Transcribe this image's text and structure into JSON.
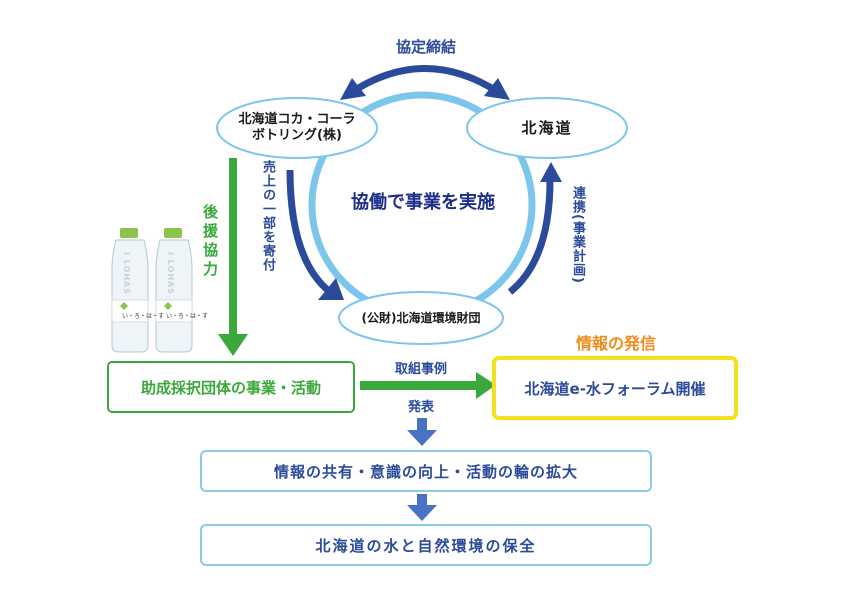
{
  "diagram": {
    "top_label": "協定締結",
    "node_coca": "北海道コカ・コーラ\nボトリング(株)",
    "node_hokkaido": "北海道",
    "node_foundation": "(公財)北海道環境財団",
    "center_label": "協働で事業を実施",
    "left_arc_label": "売上の一部を寄付",
    "right_arc_label": "連携(事業計画)",
    "support_label": "後援協力",
    "activity_box": "助成採択団体の事業・活動",
    "cases_label": "取組事例",
    "announce_label": "発表",
    "info_heading": "情報の発信",
    "forum_box": "北海道e-水フォーラム開催",
    "share_box": "情報の共有・意識の向上・活動の輪の拡大",
    "conserve_box": "北海道の水と自然環境の保全",
    "bottle_brand": "い・ろ・は・す",
    "bottle_logo": "I LOHAS",
    "colors": {
      "dark_blue": "#2b4a9a",
      "light_blue": "#6ec1ea",
      "green": "#3aa83a",
      "orange": "#f08c1e",
      "yellow": "#f2e600",
      "box_border": "#8ccbe8"
    }
  }
}
